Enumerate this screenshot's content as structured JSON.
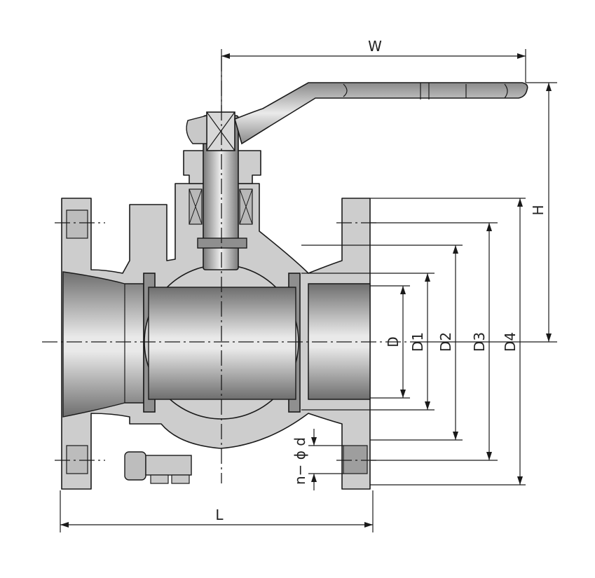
{
  "labels": {
    "W": "W",
    "H": "H",
    "L": "L",
    "D": "D",
    "D1": "D1",
    "D2": "D2",
    "D3": "D3",
    "D4": "D4",
    "nd": "n− ϕ d"
  },
  "colors": {
    "body": "#cdcdcd",
    "bore_light": "#e6e6e6",
    "bore_dark": "#8a8a8a",
    "seat": "#8f8f8f",
    "line": "#1a1a1a"
  }
}
